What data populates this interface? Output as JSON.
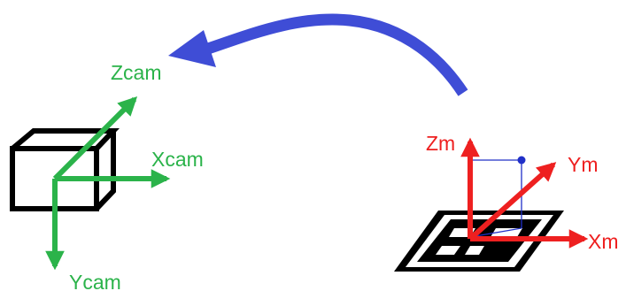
{
  "camera_frame": {
    "axis_color": "#2bb34a",
    "labels": {
      "z": "Zcam",
      "x": "Xcam",
      "y": "Ycam"
    }
  },
  "marker_frame": {
    "axis_color": "#ee2020",
    "labels": {
      "z": "Zm",
      "y": "Ym",
      "x": "Xm"
    },
    "projection_color": "#2030c8"
  },
  "transform_arrow": {
    "color": "#3f4dd6"
  },
  "icons": [
    "camera-box-icon",
    "aruco-marker-icon"
  ]
}
